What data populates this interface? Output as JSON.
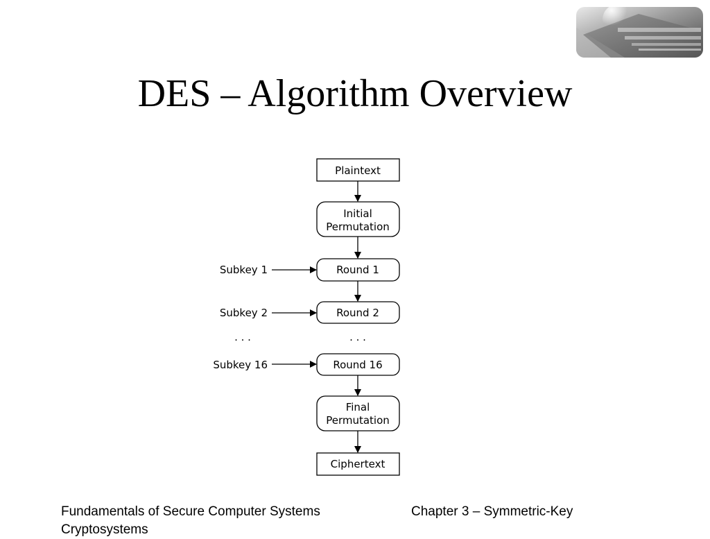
{
  "slide": {
    "title": "DES – Algorithm Overview",
    "footer_course": "Fundamentals of Secure Computer Systems",
    "footer_chapter": "Chapter 3 – Symmetric-Key",
    "footer_continued": "Cryptosystems"
  },
  "diagram": {
    "nodes": {
      "plaintext": "Plaintext",
      "initial_perm_1": "Initial",
      "initial_perm_2": "Permutation",
      "round1": "Round 1",
      "round2": "Round 2",
      "round16": "Round 16",
      "final_perm_1": "Final",
      "final_perm_2": "Permutation",
      "ciphertext": "Ciphertext"
    },
    "subkeys": {
      "subkey1": "Subkey 1",
      "subkey2": "Subkey 2",
      "subkey16": "Subkey 16"
    },
    "ellipsis": ". . ."
  }
}
